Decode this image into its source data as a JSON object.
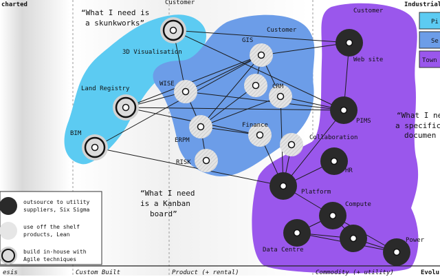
{
  "corners": {
    "top_left": "charted",
    "top_right": "Industrial",
    "bottom_right": "Evolu"
  },
  "phases": [
    "esis",
    "Custom Built",
    "Product (+ rental)",
    "Commodity (+ utility)"
  ],
  "quotes": {
    "skunkworks": [
      "“What I need is",
      "a skunkworks”"
    ],
    "kanban": [
      "“What I need",
      "is a Kanban",
      "board”"
    ],
    "specification": [
      "“What I ne",
      "a specific",
      "documen"
    ]
  },
  "side_buttons": [
    "Pi",
    "Se",
    "Town"
  ],
  "colors": {
    "pioneer": "#5ccbf2",
    "settler": "#6c9de8",
    "town_planner": "#9a57ec",
    "outsource": "#2a2a2a",
    "off_shelf": "#e6e6e6",
    "in_house": "#d2d2d2"
  },
  "nodes": [
    {
      "id": "customer-1",
      "label": "Customer",
      "type": "in_house"
    },
    {
      "id": "visualisation",
      "label": "3D Visualisation",
      "type": "none"
    },
    {
      "id": "land-registry",
      "label": "Land Registry",
      "type": "in_house"
    },
    {
      "id": "bim",
      "label": "BIM",
      "type": "in_house"
    },
    {
      "id": "gis",
      "label": "GIS",
      "type": "off_shelf"
    },
    {
      "id": "customer-2",
      "label": "Customer",
      "type": "none"
    },
    {
      "id": "wise",
      "label": "WISE",
      "type": "off_shelf"
    },
    {
      "id": "crm-a",
      "label": "",
      "type": "off_shelf"
    },
    {
      "id": "crm",
      "label": "CRM",
      "type": "off_shelf"
    },
    {
      "id": "erpm",
      "label": "ERPM",
      "type": "off_shelf"
    },
    {
      "id": "finance",
      "label": "Finance",
      "type": "off_shelf"
    },
    {
      "id": "collab-node",
      "label": "",
      "type": "off_shelf"
    },
    {
      "id": "collaboration",
      "label": "Collaboration",
      "type": "none"
    },
    {
      "id": "risk",
      "label": "RISK",
      "type": "off_shelf"
    },
    {
      "id": "customer-3",
      "label": "Customer",
      "type": "outsource"
    },
    {
      "id": "website",
      "label": "Web site",
      "type": "none"
    },
    {
      "id": "pims",
      "label": "PIMS",
      "type": "outsource"
    },
    {
      "id": "hr",
      "label": "HR",
      "type": "outsource"
    },
    {
      "id": "platform",
      "label": "Platform",
      "type": "outsource"
    },
    {
      "id": "compute",
      "label": "Compute",
      "type": "outsource"
    },
    {
      "id": "data-centre",
      "label": "Data Centre",
      "type": "outsource"
    },
    {
      "id": "dc-b",
      "label": "",
      "type": "outsource"
    },
    {
      "id": "power",
      "label": "Power",
      "type": "outsource"
    }
  ],
  "links": [
    [
      "customer-1",
      "customer-3"
    ],
    [
      "customer-1",
      "pims"
    ],
    [
      "customer-1",
      "wise"
    ],
    [
      "land-registry",
      "gis"
    ],
    [
      "land-registry",
      "pims"
    ],
    [
      "land-registry",
      "finance"
    ],
    [
      "land-registry",
      "wise"
    ],
    [
      "bim",
      "gis"
    ],
    [
      "bim",
      "platform"
    ],
    [
      "gis",
      "crm-a"
    ],
    [
      "gis",
      "crm"
    ],
    [
      "gis",
      "erpm"
    ],
    [
      "gis",
      "customer-3"
    ],
    [
      "gis",
      "wise"
    ],
    [
      "crm-a",
      "erpm"
    ],
    [
      "crm",
      "erpm"
    ],
    [
      "crm",
      "pims"
    ],
    [
      "crm",
      "platform"
    ],
    [
      "wise",
      "erpm"
    ],
    [
      "wise",
      "pims"
    ],
    [
      "erpm",
      "risk"
    ],
    [
      "erpm",
      "finance"
    ],
    [
      "finance",
      "platform"
    ],
    [
      "collab-node",
      "platform"
    ],
    [
      "customer-3",
      "pims"
    ],
    [
      "pims",
      "platform"
    ],
    [
      "hr",
      "platform"
    ],
    [
      "platform",
      "compute"
    ],
    [
      "compute",
      "data-centre"
    ],
    [
      "compute",
      "dc-b"
    ],
    [
      "compute",
      "power"
    ],
    [
      "data-centre",
      "dc-b"
    ],
    [
      "data-centre",
      "power"
    ],
    [
      "dc-b",
      "power"
    ]
  ],
  "legend": [
    {
      "type": "outsource",
      "lines": [
        "outsource to utility",
        "suppliers, Six Sigma"
      ]
    },
    {
      "type": "off_shelf",
      "lines": [
        "use off the shelf",
        "products, Lean"
      ]
    },
    {
      "type": "in_house",
      "lines": [
        "build in-house with",
        "Agile techniques"
      ]
    }
  ]
}
